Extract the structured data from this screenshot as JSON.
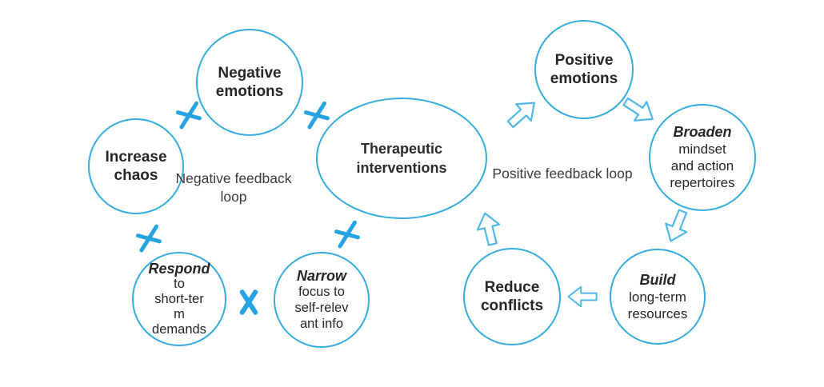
{
  "colors": {
    "circle_stroke": "#35ACDF",
    "x_mark_blue": "#25A3E2",
    "arrow_stroke": "#4FB8E8",
    "node_text": "#262626",
    "loop_label_text": "#3B3B3B",
    "background": "#FFFFFF"
  },
  "icons": {
    "x_mark": "x-blocked-connection-icon",
    "arrow": "hollow-block-arrow-icon"
  },
  "nodes": {
    "negative_emotions": {
      "line1": "Negative",
      "line2": "emotions"
    },
    "increase_chaos": {
      "line1": "Increase",
      "line2": "chaos"
    },
    "therapeutic_interventions": {
      "line1": "Therapeutic",
      "line2": "interventions"
    },
    "respond": {
      "lead": "Respond",
      "line2": "to",
      "line3": "short-ter",
      "line4": "m",
      "line5": "demands"
    },
    "narrow": {
      "lead": "Narrow",
      "line2": "focus to",
      "line3": "self-relev",
      "line4": "ant info"
    },
    "positive_emotions": {
      "line1": "Positive",
      "line2": "emotions"
    },
    "broaden": {
      "lead": "Broaden",
      "line2": "mindset",
      "line3": "and action",
      "line4": "repertoires"
    },
    "build": {
      "lead": "Build",
      "line2": "long-term",
      "line3": "resources"
    },
    "reduce_conflicts": {
      "line1": "Reduce",
      "line2": "conflicts"
    }
  },
  "labels": {
    "negative_loop": {
      "line1": "Negative",
      "line2": "feedback loop"
    },
    "positive_loop": {
      "line1": "Positive",
      "line2": "feedback loop"
    }
  }
}
